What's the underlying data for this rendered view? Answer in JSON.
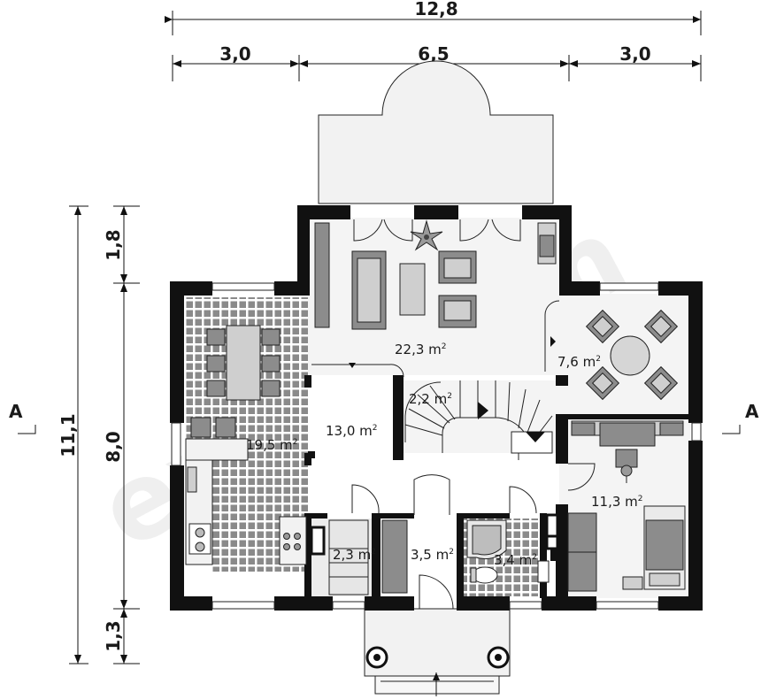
{
  "dimensions": {
    "total_width": "12,8",
    "left_width": "3,0",
    "center_width": "6,5",
    "right_width": "3,0",
    "total_depth": "11,1",
    "top_depth": "1,8",
    "middle_depth": "8,0",
    "bottom_depth": "1,3"
  },
  "section_marks": {
    "left": "A",
    "right": "A"
  },
  "rooms": {
    "living": {
      "area": "22,3 m",
      "sup": "2"
    },
    "study": {
      "area": "7,6 m",
      "sup": "2"
    },
    "stairs": {
      "area": "2,2 m",
      "sup": "2"
    },
    "hall": {
      "area": "13,0 m",
      "sup": "2"
    },
    "kitchen_dining": {
      "area": "19,5 m",
      "sup": "2"
    },
    "bedroom": {
      "area": "11,3 m",
      "sup": "2"
    },
    "pantry": {
      "area": "2,3 m",
      "sup": "2"
    },
    "wardrobe": {
      "area": "3,5 m",
      "sup": "2"
    },
    "bathroom": {
      "area": "3,4 m",
      "sup": "2"
    }
  },
  "watermark": "extradom"
}
